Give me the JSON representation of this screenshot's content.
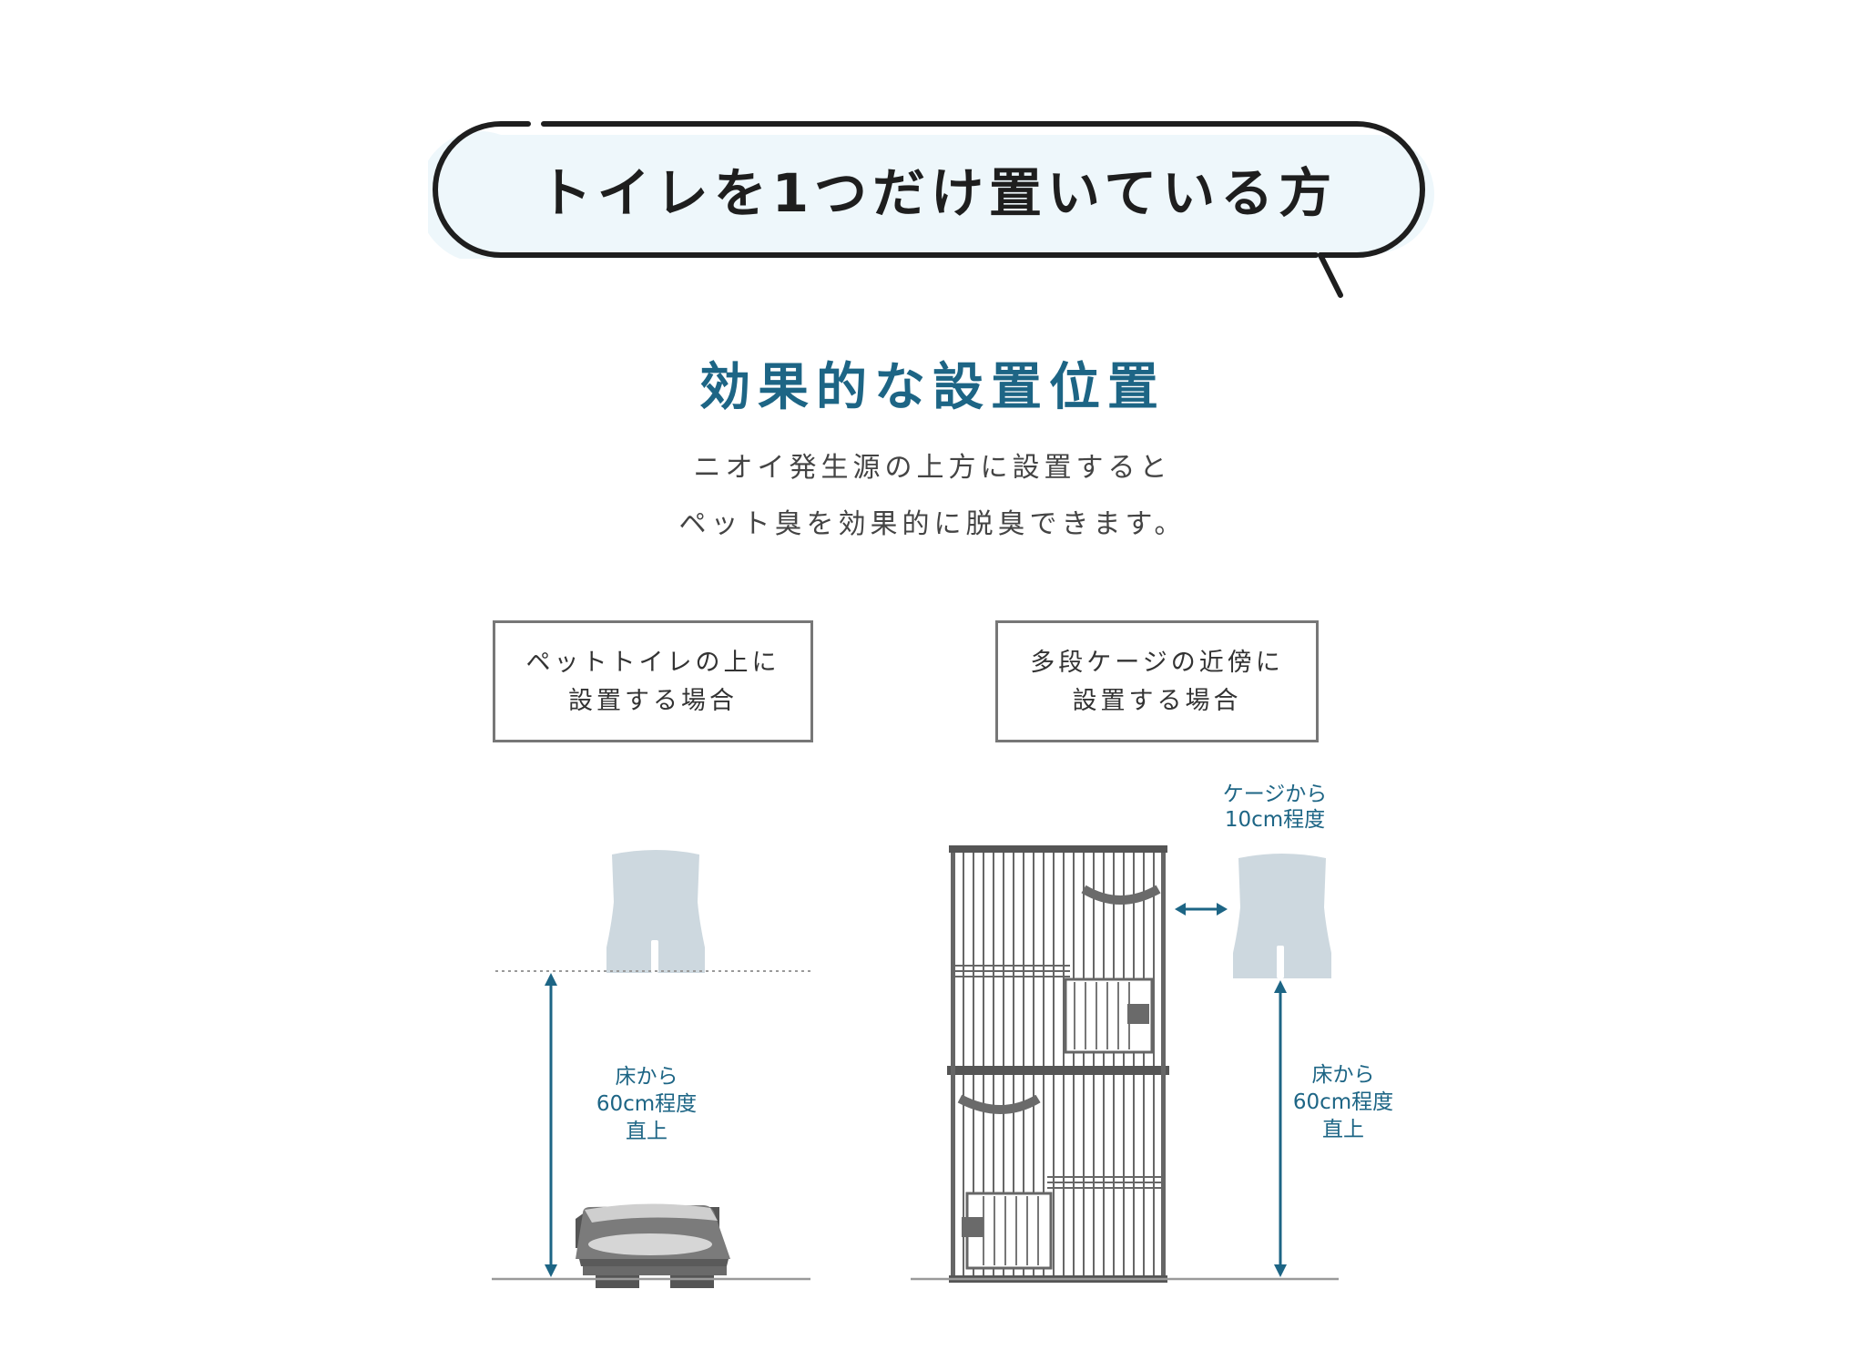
{
  "bubble": {
    "title": "トイレを1つだけ置いている方"
  },
  "heading": "効果的な設置位置",
  "lead": {
    "line1": "ニオイ発生源の上方に設置すると",
    "line2": "ペット臭を効果的に脱臭できます。"
  },
  "left_panel": {
    "label_line1": "ペットトイレの上に",
    "label_line2": "設置する場合",
    "note_line1": "床から",
    "note_line2": "60cm程度",
    "note_line3": "直上"
  },
  "right_panel": {
    "label_line1": "多段ケージの近傍に",
    "label_line2": "設置する場合",
    "top_note_line1": "ケージから",
    "top_note_line2": "10cm程度",
    "note_line1": "床から",
    "note_line2": "60cm程度",
    "note_line3": "直上"
  },
  "colors": {
    "accent": "#1d6585",
    "device_fill": "#cdd8df",
    "bubble_fill": "#eef7fb",
    "cage_gray": "#666666"
  },
  "icons": [
    "deodorizer-icon",
    "litter-box-icon",
    "cat-cage-icon",
    "double-arrow-icon"
  ]
}
